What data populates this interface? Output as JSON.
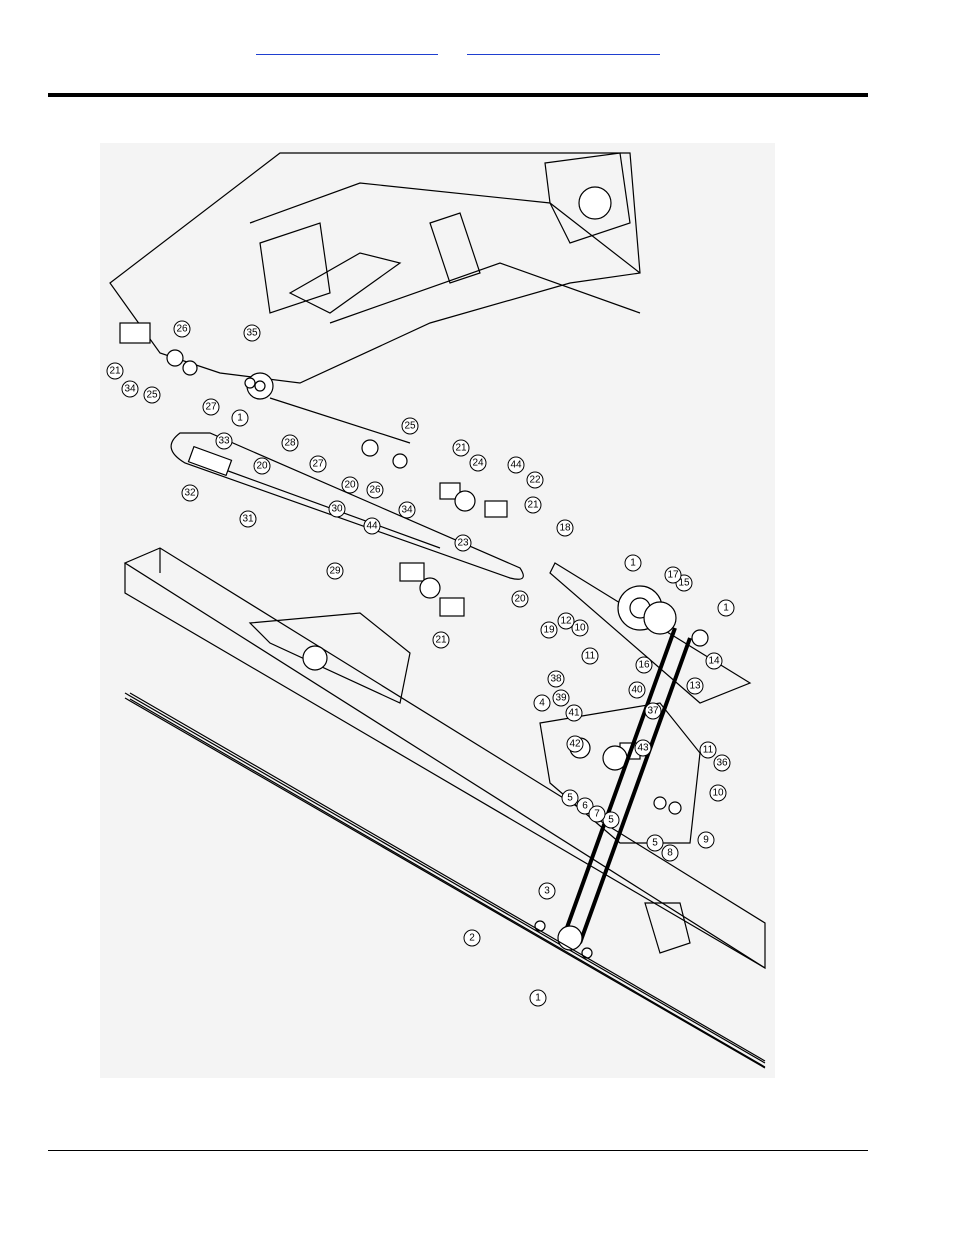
{
  "header": {
    "link_left": "",
    "link_right": ""
  },
  "callouts": [
    "1",
    "2",
    "3",
    "4",
    "5",
    "6",
    "7",
    "8",
    "9",
    "10",
    "11",
    "12",
    "13",
    "14",
    "15",
    "16",
    "17",
    "18",
    "19",
    "20",
    "21",
    "22",
    "23",
    "24",
    "25",
    "26",
    "27",
    "28",
    "29",
    "30",
    "31",
    "32",
    "33",
    "34",
    "35",
    "36",
    "37",
    "38",
    "39",
    "40",
    "41",
    "42",
    "43",
    "44"
  ],
  "icons": {
    "drawing": "exploded-parts-diagram"
  }
}
